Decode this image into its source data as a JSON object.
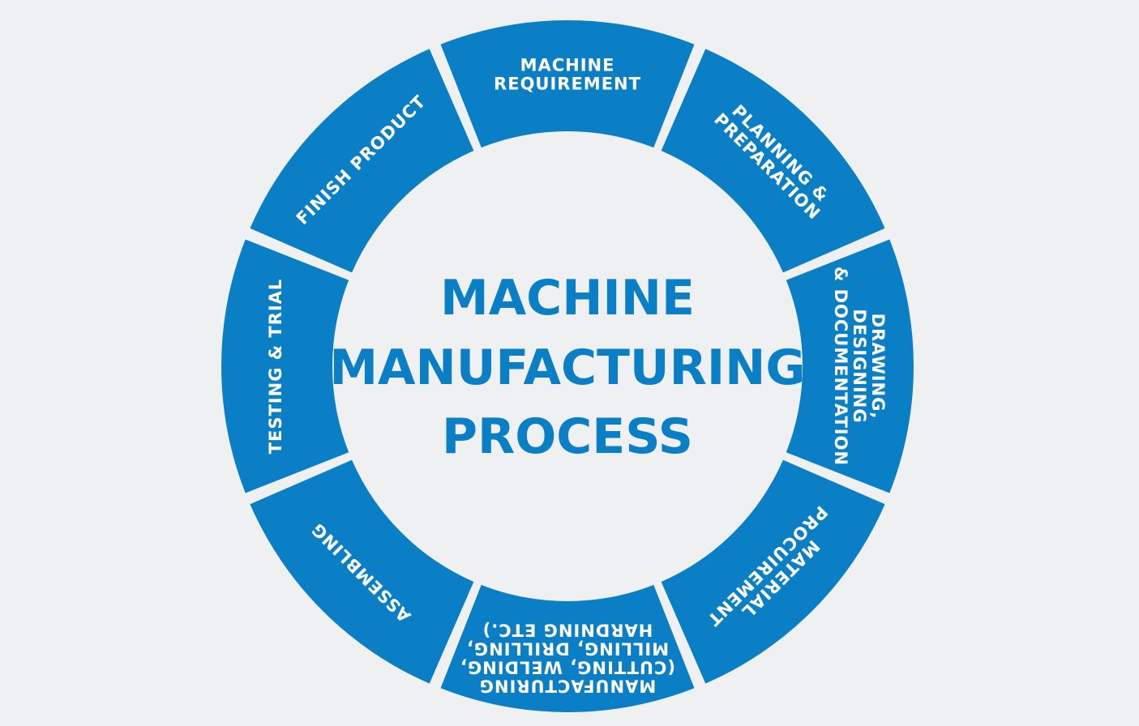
{
  "diagram": {
    "center_title": [
      "MACHINE",
      "MANUFACTURING",
      "PROCESS"
    ],
    "segments": [
      {
        "id": "machine-requirement",
        "lines": [
          "MACHINE",
          "REQUIREMENT"
        ]
      },
      {
        "id": "planning-preparation",
        "lines": [
          "PLANNING &",
          "PREPARATION"
        ]
      },
      {
        "id": "drawing-designing-documentation",
        "lines": [
          "DRAWING,",
          "DESIGNING",
          "& DOCUMENTATION"
        ]
      },
      {
        "id": "material-procurement",
        "lines": [
          "MATERIAL",
          "PROCUIREMENT"
        ]
      },
      {
        "id": "manufacturing",
        "lines": [
          "MANUFACTURING",
          "(CUTTING, WELDING,",
          "MILLING, DRILLING,",
          "HARDNING ETC.)"
        ]
      },
      {
        "id": "assembling",
        "lines": [
          "ASSEMBLING"
        ]
      },
      {
        "id": "testing-trial",
        "lines": [
          "TESTING & TRIAL"
        ]
      },
      {
        "id": "finish-product",
        "lines": [
          "FINISH PRODUCT"
        ]
      }
    ],
    "colors": {
      "ring": "#0a7fc6",
      "background": "#eef0f2",
      "segment_text": "#ffffff",
      "title_text": "#0a7fc6"
    }
  }
}
